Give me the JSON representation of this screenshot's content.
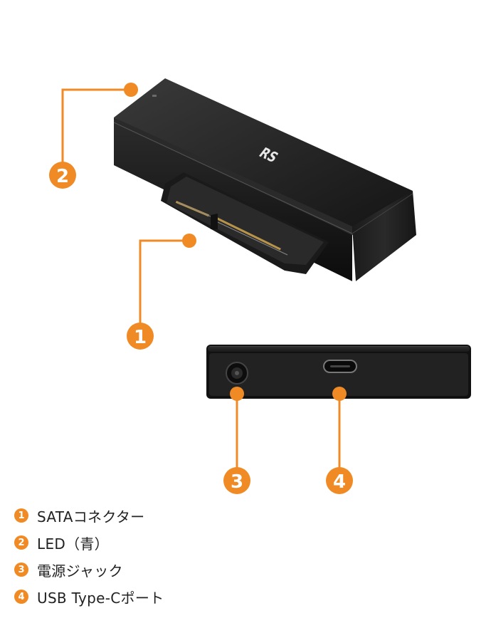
{
  "accent_color": "#f08a24",
  "device": {
    "logo_text": "RS"
  },
  "callouts": [
    {
      "number": "1"
    },
    {
      "number": "2"
    },
    {
      "number": "3"
    },
    {
      "number": "4"
    }
  ],
  "legend": [
    {
      "number": "1",
      "label": "SATAコネクター"
    },
    {
      "number": "2",
      "label": "LED（青）"
    },
    {
      "number": "3",
      "label": "電源ジャック"
    },
    {
      "number": "4",
      "label": "USB Type-Cポート"
    }
  ]
}
